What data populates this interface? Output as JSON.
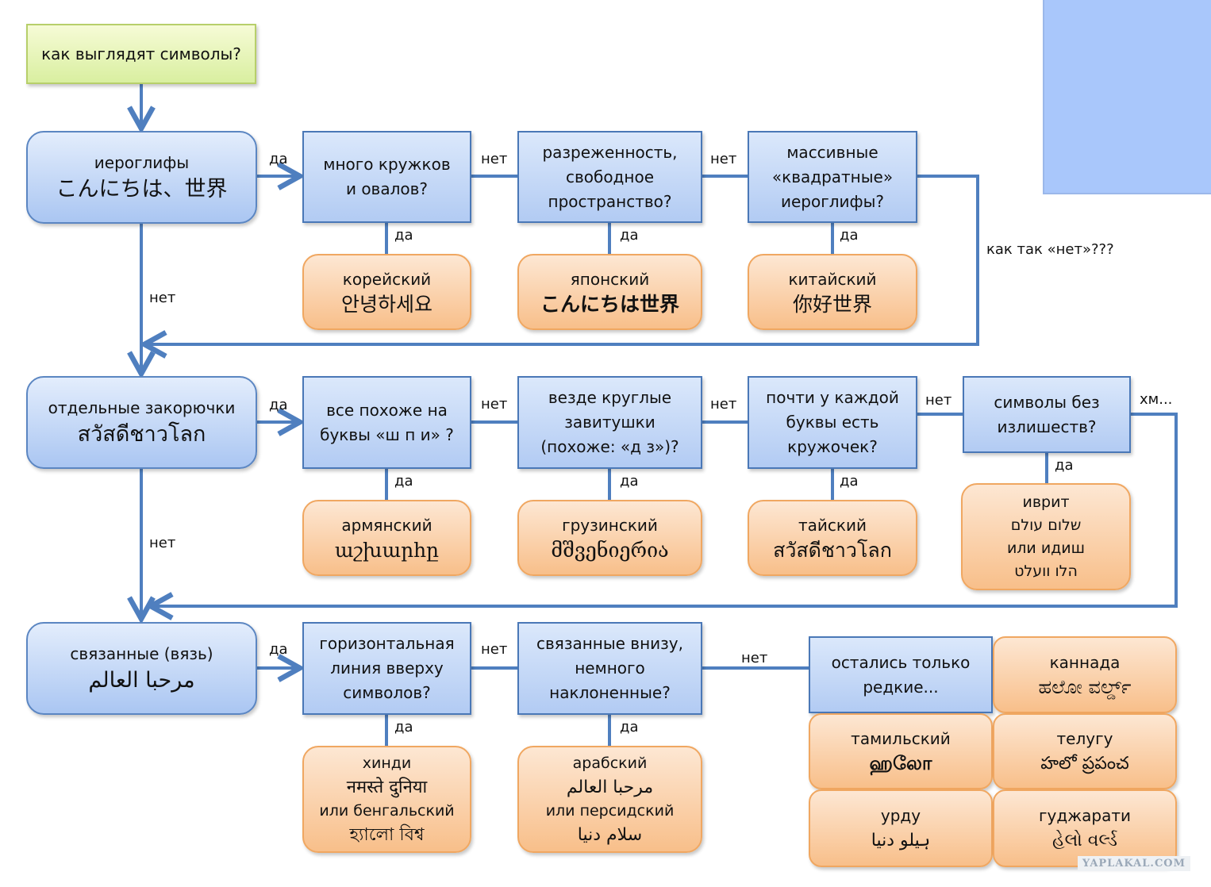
{
  "title": "как выглядят символы?",
  "colors": {
    "connector": "#4f7fbf",
    "decision_border": "#4a78b7",
    "result_fill": "#f8bf8a",
    "start_fill": "#d9efa0",
    "deco_block": "#a9c7fb"
  },
  "edge_labels": {
    "yes": "да",
    "no": "нет",
    "how_no": "как так «нет»???",
    "hmm": "хм..."
  },
  "rows": [
    {
      "category": {
        "label": "иероглифы",
        "sample": "こんにちは、世界"
      },
      "decisions": [
        {
          "lines": [
            "много кружков",
            "и овалов?"
          ],
          "result": {
            "name": "корейский",
            "sample": "안녕하세요"
          }
        },
        {
          "lines": [
            "разреженность,",
            "свободное",
            "пространство?"
          ],
          "result": {
            "name": "японский",
            "sample": "こんにちは世界"
          }
        },
        {
          "lines": [
            "массивные",
            "«квадратные»",
            "иероглифы?"
          ],
          "result": {
            "name": "китайский",
            "sample": "你好世界"
          }
        }
      ]
    },
    {
      "category": {
        "label": "отдельные закорючки",
        "sample": "สวัสดีชาวโลก"
      },
      "decisions": [
        {
          "lines": [
            "все похоже на",
            "буквы «ш п и» ?"
          ],
          "result": {
            "name": "армянский",
            "sample": "աշխարհը"
          }
        },
        {
          "lines": [
            "везде круглые",
            "завитушки",
            "(похоже: «д з»)?"
          ],
          "result": {
            "name": "грузинский",
            "sample": "მშვენიერია"
          }
        },
        {
          "lines": [
            "почти у каждой",
            "буквы есть",
            "кружочек?"
          ],
          "result": {
            "name": "тайский",
            "sample": "สวัสดีชาวโลก"
          }
        },
        {
          "lines": [
            "символы без",
            "излишеств?"
          ],
          "result": {
            "name": "иврит",
            "sample": "שלום עולם",
            "alt_name": "или идиш",
            "alt_sample": "הלו וועלט"
          }
        }
      ]
    },
    {
      "category": {
        "label": "связанные (вязь)",
        "sample": "مرحبا العالم"
      },
      "decisions": [
        {
          "lines": [
            "горизонтальная",
            "линия вверху",
            "символов?"
          ],
          "result": {
            "name": "хинди",
            "sample": "नमस्ते दुनिया",
            "alt_name": "или бенгальский",
            "alt_sample": "হ্যালো বিশ্ব"
          }
        },
        {
          "lines": [
            "связанные внизу,",
            "немного",
            "наклоненные?"
          ],
          "result": {
            "name": "арабский",
            "sample": "مرحبا العالم",
            "alt_name": "или персидский",
            "alt_sample": "سلام دنیا"
          }
        }
      ],
      "rare": {
        "lines": [
          "остались только",
          "редкие..."
        ],
        "languages": [
          {
            "name": "каннада",
            "sample": "ಹಲೋ ವರ್ಲ್ಡ್"
          },
          {
            "name": "тамильский",
            "sample": "ஹலோ"
          },
          {
            "name": "телугу",
            "sample": "హలో ప్రపంచ"
          },
          {
            "name": "урду",
            "sample": "ہیلو دنیا"
          },
          {
            "name": "гуджарати",
            "sample": "હેલો વર્લ્ડ"
          }
        ]
      }
    }
  ],
  "watermark": "YAPLAKAL.COM"
}
